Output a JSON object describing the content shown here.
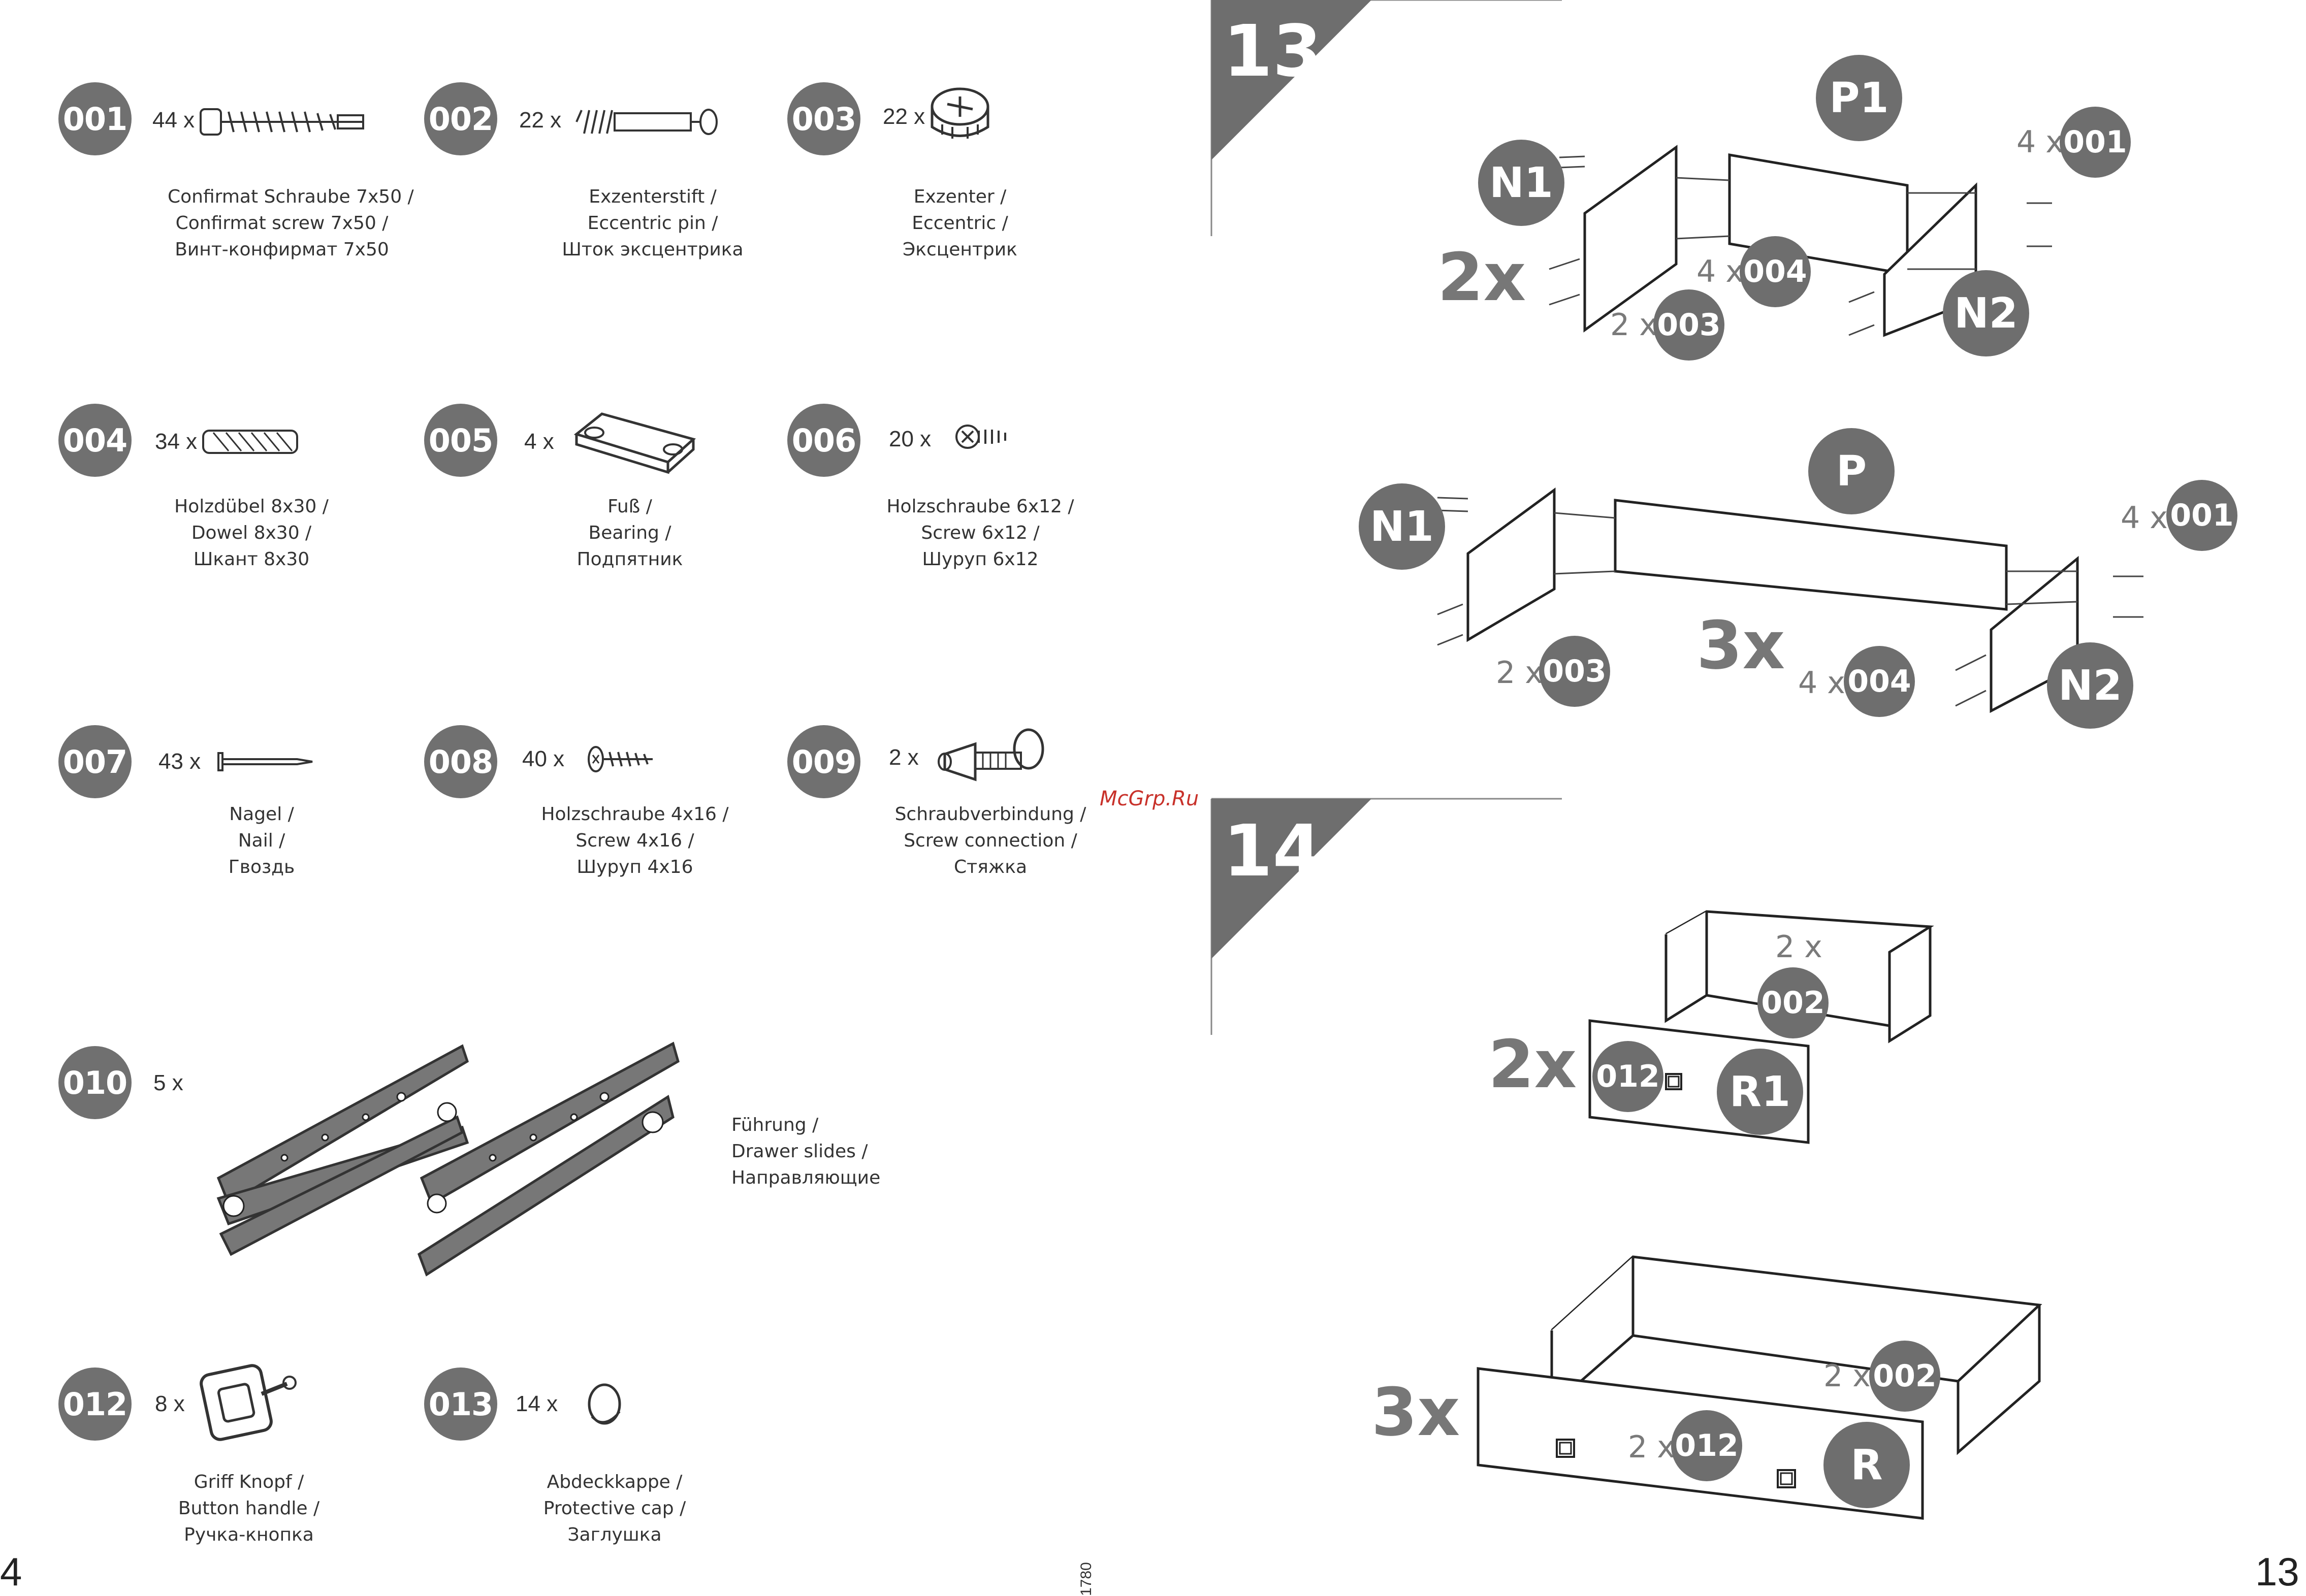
{
  "parts": [
    {
      "id": "001",
      "qty": "44 x",
      "lines": [
        "Confirmat Schraube 7x50 /",
        "Confirmat screw 7x50 /",
        "Винт-конфирмат  7x50"
      ]
    },
    {
      "id": "002",
      "qty": "22 x",
      "lines": [
        "Exzenterstift /",
        "Eccentric pin /",
        "Шток эксцентрика"
      ]
    },
    {
      "id": "003",
      "qty": "22 x",
      "lines": [
        "Exzenter /",
        "Eccentric /",
        "Эксцентрик"
      ]
    },
    {
      "id": "004",
      "qty": "34 x",
      "lines": [
        "Holzdübel 8x30 /",
        "Dowel 8x30 /",
        "Шкант 8x30"
      ]
    },
    {
      "id": "005",
      "qty": "4 x",
      "lines": [
        "Fuß /",
        "Bearing /",
        "Подпятник"
      ]
    },
    {
      "id": "006",
      "qty": "20 x",
      "lines": [
        "Holzschraube 6x12 /",
        "Screw 6x12 /",
        "Шуруп 6x12"
      ]
    },
    {
      "id": "007",
      "qty": "43 x",
      "lines": [
        "Nagel /",
        "Nail /",
        "Гвоздь"
      ]
    },
    {
      "id": "008",
      "qty": "40 x",
      "lines": [
        "Holzschraube 4x16 /",
        "Screw 4x16 /",
        "Шуруп 4x16"
      ]
    },
    {
      "id": "009",
      "qty": "2 x",
      "lines": [
        "Schraubverbindung /",
        "Screw connection /",
        "Стяжка"
      ]
    },
    {
      "id": "010",
      "qty": "5 x",
      "lines": [
        "Führung /",
        "Drawer slides /",
        "Направляющие"
      ]
    },
    {
      "id": "012",
      "qty": "8 x",
      "lines": [
        "Griff Knopf /",
        "Button handle /",
        "Ручка-кнопка"
      ]
    },
    {
      "id": "013",
      "qty": "14 x",
      "lines": [
        "Abdeckkappe /",
        "Protective cap /",
        "Заглушка"
      ]
    }
  ],
  "page_left": "4",
  "page_right": "13",
  "footer_code": "1780",
  "watermark": "McGrp.Ru",
  "steps": [
    {
      "number": "13",
      "assemblies": [
        {
          "multiplier": "2x",
          "labels": {
            "panel_top": "P1",
            "side_left": "N1",
            "side_right": "N2"
          },
          "hardware": [
            {
              "qty": "4 x",
              "part": "001"
            },
            {
              "qty": "4 x",
              "part": "004"
            },
            {
              "qty": "2 x",
              "part": "003"
            }
          ]
        },
        {
          "multiplier": "3x",
          "labels": {
            "panel_top": "P",
            "side_left": "N1",
            "side_right": "N2"
          },
          "hardware": [
            {
              "qty": "4 x",
              "part": "001"
            },
            {
              "qty": "2 x",
              "part": "003"
            },
            {
              "qty": "4 x",
              "part": "004"
            }
          ]
        }
      ]
    },
    {
      "number": "14",
      "assemblies": [
        {
          "multiplier": "2x",
          "labels": {
            "front": "R1"
          },
          "hardware": [
            {
              "qty": "2 x",
              "part": "002"
            },
            {
              "qty": "",
              "part": "012"
            }
          ]
        },
        {
          "multiplier": "3x",
          "labels": {
            "front": "R"
          },
          "hardware": [
            {
              "qty": "2 x",
              "part": "002"
            },
            {
              "qty": "2 x",
              "part": "012"
            }
          ]
        }
      ]
    }
  ]
}
